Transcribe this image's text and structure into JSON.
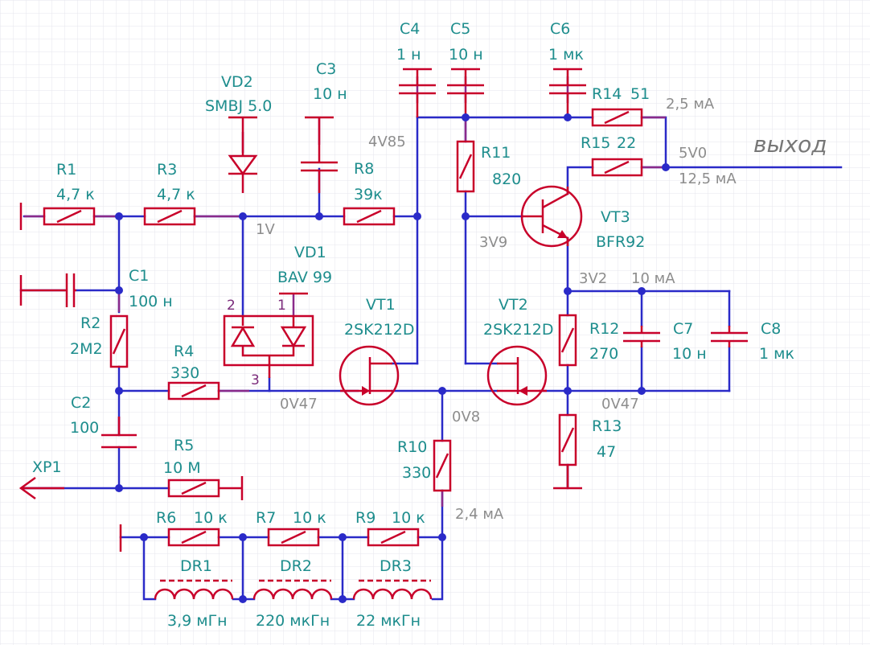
{
  "components": {
    "R1": {
      "ref": "R1",
      "value": "4,7 к"
    },
    "R2": {
      "ref": "R2",
      "value": "2М2"
    },
    "R3": {
      "ref": "R3",
      "value": "4,7 к"
    },
    "R4": {
      "ref": "R4",
      "value": "330"
    },
    "R5": {
      "ref": "R5",
      "value": "10 М"
    },
    "R6": {
      "ref": "R6",
      "value": "10 к"
    },
    "R7": {
      "ref": "R7",
      "value": "10 к"
    },
    "R8": {
      "ref": "R8",
      "value": "39к"
    },
    "R9": {
      "ref": "R9",
      "value": "10 к"
    },
    "R10": {
      "ref": "R10",
      "value": "330"
    },
    "R11": {
      "ref": "R11",
      "value": "820"
    },
    "R12": {
      "ref": "R12",
      "value": "270"
    },
    "R13": {
      "ref": "R13",
      "value": "47"
    },
    "R14": {
      "ref": "R14",
      "value": "51"
    },
    "R15": {
      "ref": "R15",
      "value": "22"
    },
    "C1": {
      "ref": "C1",
      "value": "100 н"
    },
    "C2": {
      "ref": "C2",
      "value": "100"
    },
    "C3": {
      "ref": "C3",
      "value": "10 н"
    },
    "C4": {
      "ref": "C4",
      "value": "1 н"
    },
    "C5": {
      "ref": "C5",
      "value": "10 н"
    },
    "C6": {
      "ref": "C6",
      "value": "1 мк"
    },
    "C7": {
      "ref": "C7",
      "value": "10 н"
    },
    "C8": {
      "ref": "C8",
      "value": "1 мк"
    },
    "VD1": {
      "ref": "VD1",
      "value": "BAV 99"
    },
    "VD2": {
      "ref": "VD2",
      "value": "SMBJ 5.0"
    },
    "VT1": {
      "ref": "VT1",
      "value": "2SK212D"
    },
    "VT2": {
      "ref": "VT2",
      "value": "2SK212D"
    },
    "VT3": {
      "ref": "VT3",
      "value": "BFR92"
    },
    "DR1": {
      "ref": "DR1",
      "value": "3,9 мГн"
    },
    "DR2": {
      "ref": "DR2",
      "value": "220 мкГн"
    },
    "DR3": {
      "ref": "DR3",
      "value": "22 мкГн"
    }
  },
  "connector": {
    "ref": "XP1"
  },
  "output_label": "выход",
  "vd1_pins": {
    "p1": "1",
    "p2": "2",
    "p3": "3"
  },
  "annotations": {
    "n_1v": "1V",
    "n_4v85": "4V85",
    "n_0v47_left": "0V47",
    "n_0v8": "0V8",
    "n_3v9": "3V9",
    "n_3v2": "3V2",
    "n_0v47_right": "0V47",
    "n_5v0": "5V0",
    "i_2_5ma": "2,5 мА",
    "i_12_5ma": "12,5 мА",
    "i_10ma": "10 мА",
    "i_2_4ma": "2,4 мА"
  }
}
